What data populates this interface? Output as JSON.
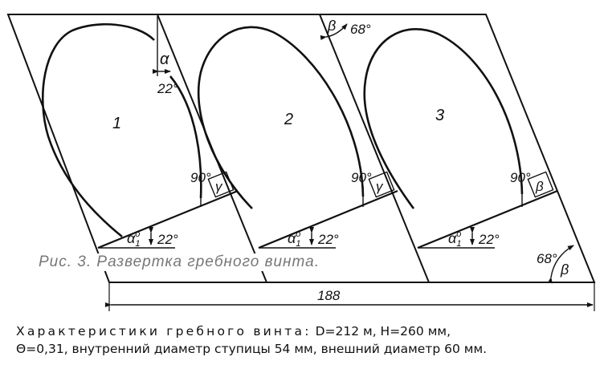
{
  "figure": {
    "blade_numbers": [
      "1",
      "2",
      "3"
    ],
    "angle_alpha_symbol": "α",
    "angle_alpha1_symbol": "α",
    "angle_alpha1_sup": "o",
    "angle_alpha1_sub": "1",
    "angle_gamma_symbol": "γ",
    "angle_beta_symbol": "β",
    "angle_22": "22°",
    "angle_90": "90°",
    "angle_68": "68°",
    "dimension_188": "188"
  },
  "caption": "Рис. 3. Развертка гребного винта.",
  "specs": {
    "line1_spaced": "Характеристики гребного винта:",
    "line1_rest": "D=212 м, H=260 мм,",
    "line2": "Θ=0,31, внутренний диаметр ступицы 54 мм, внешний диаметр 60 мм."
  }
}
